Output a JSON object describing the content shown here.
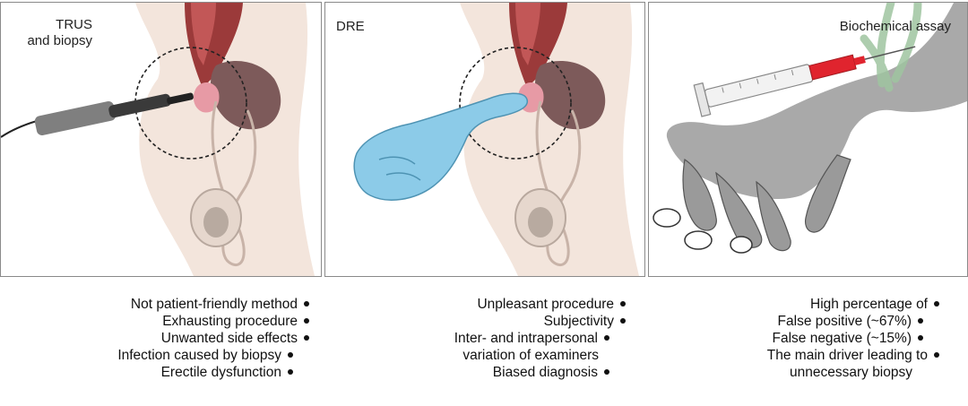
{
  "panels": [
    {
      "title": "TRUS\nand biopsy",
      "items": [
        {
          "text": "Not patient-friendly method",
          "level": 0
        },
        {
          "text": "Exhausting procedure",
          "level": 0
        },
        {
          "text": "Unwanted side effects",
          "level": 0
        },
        {
          "text": "Infection caused by biopsy",
          "level": 1
        },
        {
          "text": "Erectile dysfunction",
          "level": 1
        }
      ]
    },
    {
      "title": "DRE",
      "items": [
        {
          "text": "Unpleasant procedure",
          "level": 0
        },
        {
          "text": "Subjectivity",
          "level": 0
        },
        {
          "text": "Inter- and intrapersonal",
          "level": 1
        },
        {
          "text": "variation of examiners",
          "level": 2
        },
        {
          "text": "Biased diagnosis",
          "level": 1
        }
      ]
    },
    {
      "title": "Biochemical assay",
      "items": [
        {
          "text": "High percentage of",
          "level": 0
        },
        {
          "text": "False positive (~67%)",
          "level": 1
        },
        {
          "text": "False negative (~15%)",
          "level": 1
        },
        {
          "text": "The main driver leading to",
          "level": 0
        },
        {
          "text": "unnecessary biopsy",
          "level": 2
        }
      ]
    }
  ],
  "colors": {
    "skin": "#f3e5dc",
    "skin_dark": "#e8d2c5",
    "rectum": "#9b3a3a",
    "prostate": "#7d5a5a",
    "gland_pink": "#e79aa5",
    "glove": "#8ccbe8",
    "hand_gray": "#a9a9a9",
    "syringe_red": "#e0242e",
    "vein_green": "#9fc4a0"
  }
}
